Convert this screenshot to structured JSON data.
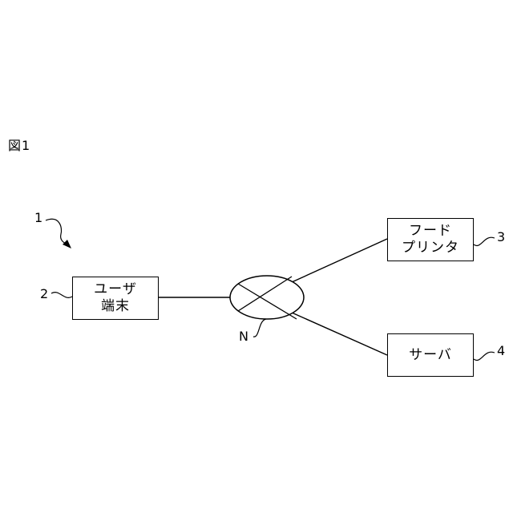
{
  "figure_label": "図1",
  "nodes": {
    "user_terminal": {
      "line1": "ユーザ",
      "line2": "端末",
      "ref": "2"
    },
    "food_printer": {
      "line1": "フード",
      "line2": "プリンタ",
      "ref": "3"
    },
    "server": {
      "line1": "サーバ",
      "ref": "4"
    }
  },
  "network": {
    "ref": "N"
  },
  "system_ref": "1"
}
